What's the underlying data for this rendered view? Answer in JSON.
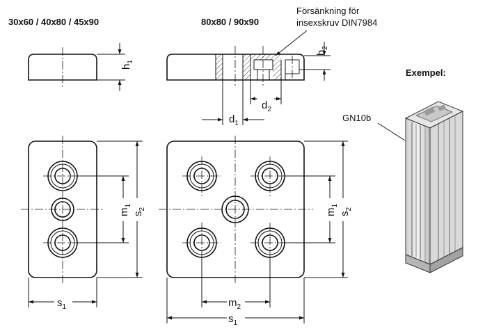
{
  "headers": {
    "left": "30x60 / 40x80 / 45x90",
    "middle": "80x80 / 90x90",
    "note_line1": "Försänkning för",
    "note_line2": "insexskruv DIN7984",
    "example": "Exempel:",
    "profile": "GN10b"
  },
  "dims": {
    "h1": {
      "main": "h",
      "sub": "1"
    },
    "h2": {
      "main": "h",
      "sub": "2"
    },
    "d1": {
      "main": "d",
      "sub": "1"
    },
    "d2": {
      "main": "d",
      "sub": "2"
    },
    "m1_left": {
      "main": "m",
      "sub": "1"
    },
    "s2_left": {
      "main": "s",
      "sub": "2"
    },
    "s1_left": {
      "main": "s",
      "sub": "1"
    },
    "m1_right": {
      "main": "m",
      "sub": "1"
    },
    "s2_right": {
      "main": "s",
      "sub": "2"
    },
    "m2": {
      "main": "m",
      "sub": "2"
    },
    "s1_right": {
      "main": "s",
      "sub": "1"
    }
  }
}
